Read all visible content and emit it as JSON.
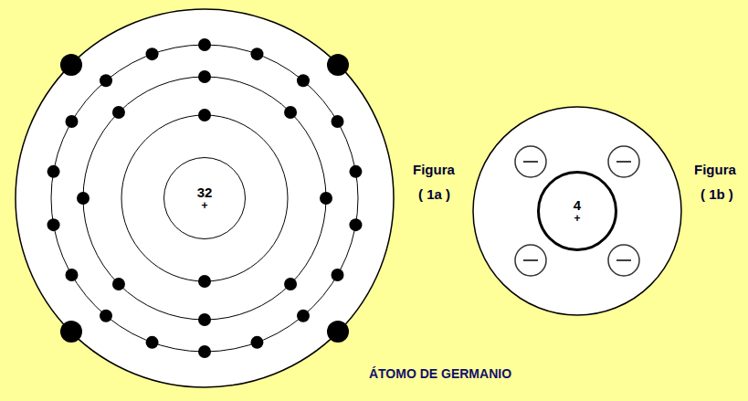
{
  "diagram": {
    "caption": "ÁTOMO DE GERMANIO",
    "nodes": [
      {
        "text": [
          "32",
          "+"
        ]
      },
      {
        "text": [
          "4",
          "+"
        ]
      }
    ],
    "labels": [
      "Figura",
      "( 1a )",
      "Figura",
      "( 1b )"
    ]
  }
}
